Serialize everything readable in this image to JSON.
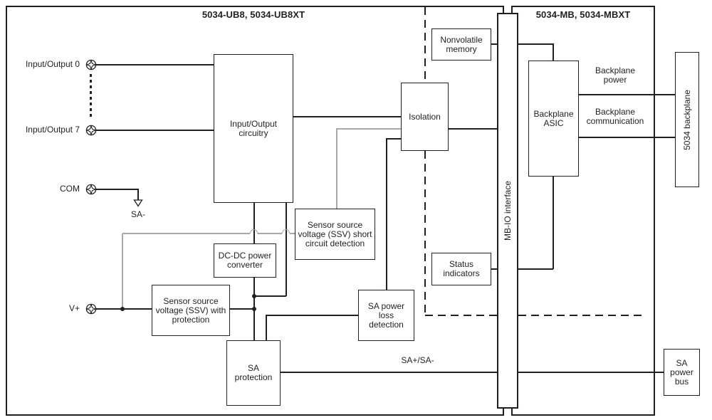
{
  "sections": {
    "left": {
      "title": "5034-UB8, 5034-UB8XT"
    },
    "right": {
      "title": "5034-MB, 5034-MBXT"
    }
  },
  "blocks": {
    "io_circuitry": {
      "label": "Input/Output circuitry"
    },
    "isolation": {
      "label": "Isolation"
    },
    "nonvolatile_memory": {
      "label": "Nonvolatile memory"
    },
    "mb_io_interface": {
      "label": "MB-IO interface"
    },
    "status_indicators": {
      "label": "Status indicators"
    },
    "backplane_asic": {
      "label": "Backplane ASIC"
    },
    "backplane_5034": {
      "label": "5034 backplane"
    },
    "ssv_short_circuit_detection": {
      "label": "Sensor source voltage (SSV) short circuit detection"
    },
    "dc_dc_power_converter": {
      "label": "DC-DC power converter"
    },
    "ssv_with_protection": {
      "label": "Sensor source voltage (SSV) with protection"
    },
    "sa_power_loss_detection": {
      "label": "SA power loss detection"
    },
    "sa_protection": {
      "label": "SA protection"
    },
    "sa_power_bus": {
      "label": "SA power bus"
    }
  },
  "terminals": {
    "io0": {
      "label": "Input/Output 0"
    },
    "io7": {
      "label": "Input/Output 7"
    },
    "com": {
      "label": "COM"
    },
    "v_plus": {
      "label": "V+"
    }
  },
  "wire_labels": {
    "sa_minus": "SA-",
    "sa_plus_minus": "SA+/SA-",
    "backplane_power": "Backplane power",
    "backplane_communication": "Backplane communication"
  },
  "colors": {
    "ink": "#231f20",
    "wire": "#231f20",
    "sensor_wire_gray": "#a8a8a8",
    "background": "#ffffff"
  }
}
